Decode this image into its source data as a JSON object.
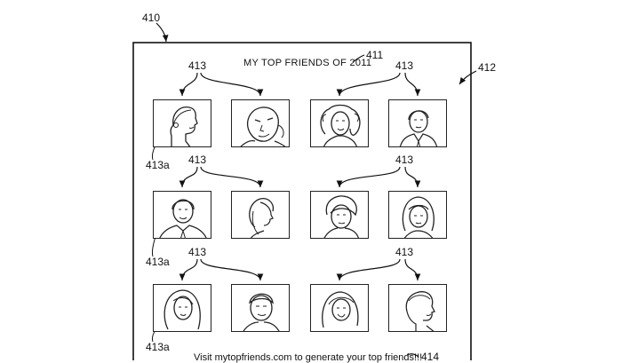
{
  "figure": {
    "number": "410",
    "screen_ref": "412",
    "title": "MY TOP FRIENDS OF 2011",
    "title_ref": "411",
    "footer_text": "Visit mytopfriends.com to generate your top friends!!!",
    "footer_ref": "414"
  },
  "photo_label": "413",
  "highlight_label": "413a",
  "rows": [
    {
      "top_label_left": "413",
      "top_label_right": "413",
      "side_label": "413a",
      "photos": [
        {
          "name": "man-smiling-profile"
        },
        {
          "name": "bald-man-three-quarter"
        },
        {
          "name": "woman-curly-hair"
        },
        {
          "name": "man-suit-portrait"
        }
      ]
    },
    {
      "top_label_left": "413",
      "top_label_right": "413",
      "side_label": "413a",
      "photos": [
        {
          "name": "man-tie-portrait"
        },
        {
          "name": "woman-profile"
        },
        {
          "name": "man-bowl-haircut"
        },
        {
          "name": "woman-bangs"
        }
      ]
    },
    {
      "top_label_left": "413",
      "top_label_right": "413",
      "side_label": "413a",
      "photos": [
        {
          "name": "woman-long-hair"
        },
        {
          "name": "man-short-hair"
        },
        {
          "name": "woman-smiling"
        },
        {
          "name": "man-profile"
        }
      ]
    }
  ]
}
